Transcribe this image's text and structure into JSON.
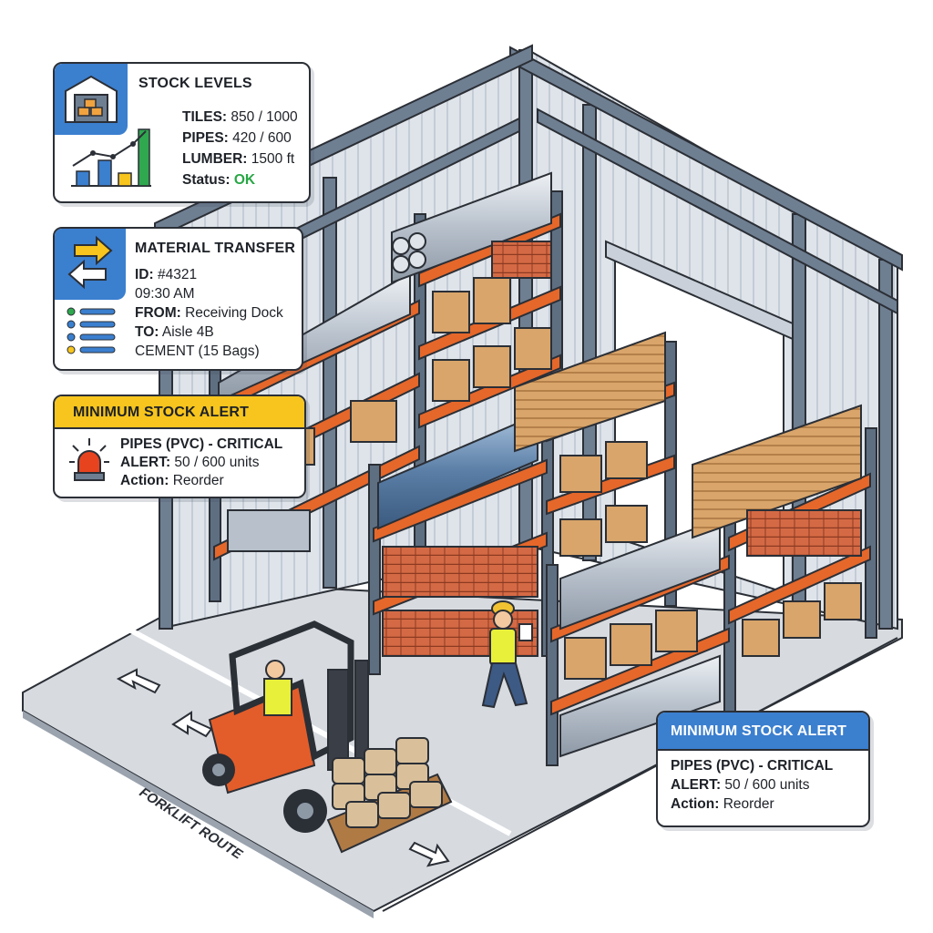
{
  "stock_levels": {
    "title": "STOCK LEVELS",
    "tiles_label": "TILES:",
    "tiles_value": "850 / 1000",
    "pipes_label": "PIPES:",
    "pipes_value": "420 / 600",
    "lumber_label": "LUMBER:",
    "lumber_value": "1500 ft",
    "status_label": "Status:",
    "status_value": "OK",
    "icons": [
      "warehouse-icon",
      "bar-chart-icon"
    ]
  },
  "material_transfer": {
    "title": "MATERIAL TRANSFER",
    "id_label": "ID:",
    "id_value": "#4321",
    "time": "09:30 AM",
    "from_label": "FROM:",
    "from_value": "Receiving Dock",
    "to_label": "TO:",
    "to_value": "Aisle 4B",
    "item": "CEMENT (15 Bags)",
    "icons": [
      "transfer-arrows-icon",
      "list-icon"
    ]
  },
  "alert_left": {
    "title": "MINIMUM STOCK ALERT",
    "item": "PIPES (PVC) - CRITICAL",
    "alert_label": "ALERT:",
    "alert_value": "50 / 600 units",
    "action_label": "Action:",
    "action_value": "Reorder",
    "icons": [
      "siren-icon"
    ]
  },
  "alert_right": {
    "title": "MINIMUM STOCK ALERT",
    "item": "PIPES (PVC) - CRITICAL",
    "alert_label": "ALERT:",
    "alert_value": "50 / 600 units",
    "action_label": "Action:",
    "action_value": "Reorder"
  },
  "floor": {
    "route_label": "FORKLIFT ROUTE"
  },
  "colors": {
    "accent_blue": "#3b7fcf",
    "alert_yellow": "#f7c51e",
    "status_ok": "#28a745",
    "rack_orange": "#e5672a",
    "steel": "#5f6f82"
  }
}
